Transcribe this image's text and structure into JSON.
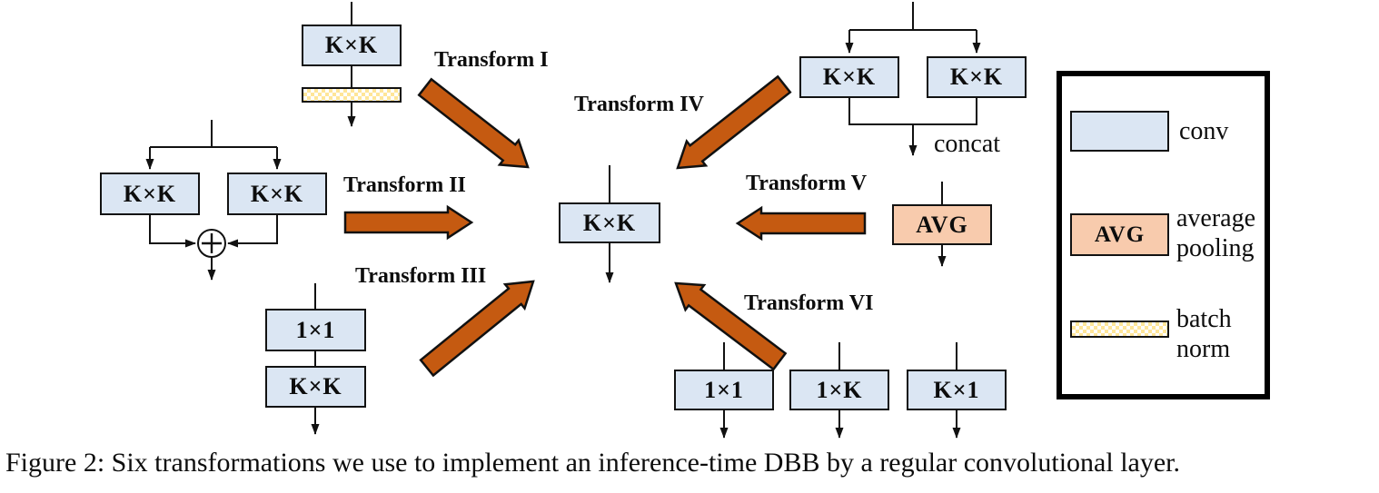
{
  "figure": {
    "caption": "Figure 2: Six transformations we use to implement an inference-time DBB by a regular convolutional layer."
  },
  "transforms": {
    "t1": {
      "label": "Transform I"
    },
    "t2": {
      "label": "Transform II"
    },
    "t3": {
      "label": "Transform III"
    },
    "t4": {
      "label": "Transform IV"
    },
    "t5": {
      "label": "Transform V"
    },
    "t6": {
      "label": "Transform VI"
    }
  },
  "blocks": {
    "t1_conv": "K×K",
    "t2_conv_left": "K×K",
    "t2_conv_right": "K×K",
    "t3_conv_1x1": "1×1",
    "t3_conv_kxk": "K×K",
    "t4_conv_left": "K×K",
    "t4_conv_right": "K×K",
    "t5_avg": "AVG",
    "t6_conv_1x1": "1×1",
    "t6_conv_1xk": "1×K",
    "t6_conv_kx1": "K×1",
    "center_conv": "K×K"
  },
  "annotations": {
    "concat": "concat",
    "add_operator": "+"
  },
  "legend": {
    "conv": {
      "label": "conv"
    },
    "avg": {
      "swatch_text": "AVG",
      "label": "average pooling"
    },
    "bn": {
      "label": "batch norm"
    }
  },
  "colors": {
    "conv_fill": "#dbe6f3",
    "avg_fill": "#f8cbad",
    "bn_yellow": "#ffe699",
    "arrow_fill": "#c55a11",
    "line": "#111111"
  }
}
